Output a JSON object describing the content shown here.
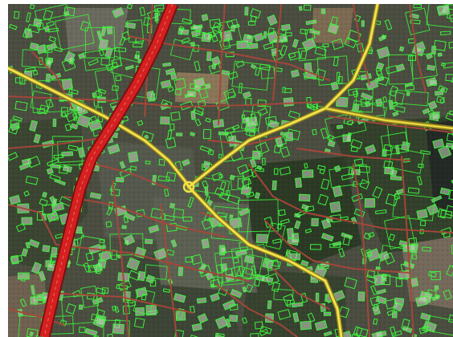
{
  "map": {
    "view": "satellite",
    "overlays": [
      "road-network",
      "building-footprints"
    ],
    "colors": {
      "imagery_dark": "#3a3d33",
      "imagery_mid": "#565a49",
      "vegetation": "#2c3a25",
      "bare_soil": "#8a7658",
      "major_highway": "#d42020",
      "arterial_road": "#f2e24a",
      "local_road": "#a8463a",
      "building_outline": "#3cf23c",
      "building_fill": "#c9d9c0"
    }
  }
}
